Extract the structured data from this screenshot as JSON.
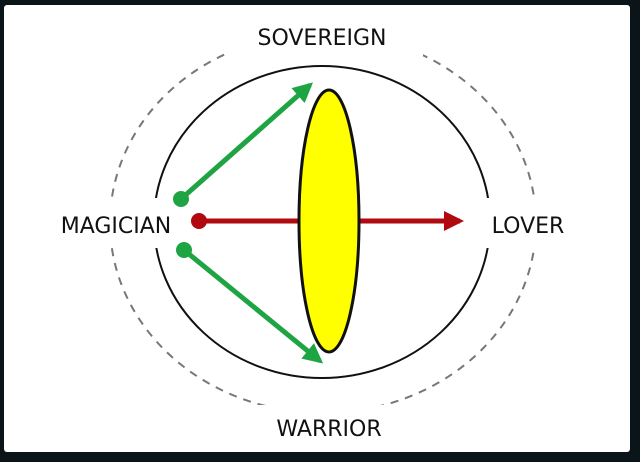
{
  "labels": {
    "top": "SOVEREIGN",
    "left": "MAGICIAN",
    "right": "LOVER",
    "bottom": "WARRIOR"
  },
  "colors": {
    "green": "#1fa444",
    "red": "#b0090f",
    "yellow": "#ffff00",
    "dashed": "#777777"
  }
}
